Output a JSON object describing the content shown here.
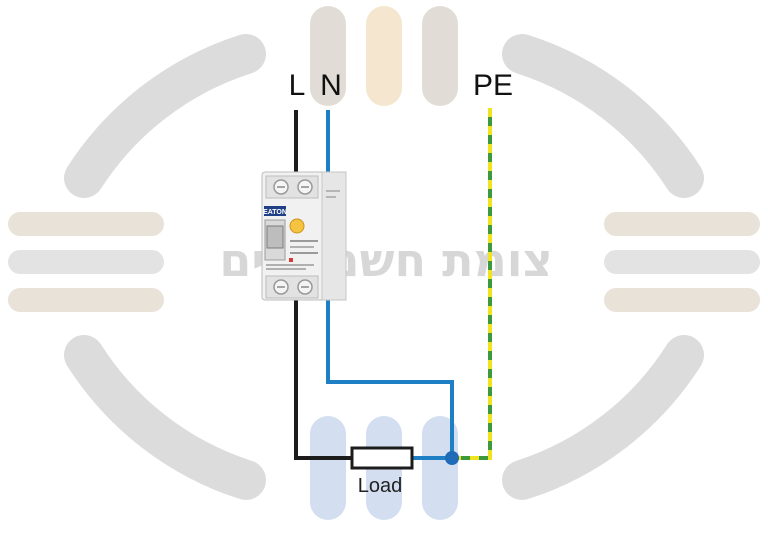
{
  "labels": {
    "live": "L",
    "neutral": "N",
    "earth": "PE",
    "load": "Load"
  },
  "watermark": {
    "text": "צומת חשמלאים"
  },
  "device": {
    "brand": "EATON"
  },
  "colors": {
    "live_wire": "#1c1c1c",
    "neutral_wire": "#1f7fc4",
    "earth_green": "#3c9a3c",
    "earth_yellow": "#f2e321",
    "watermark_gray": "#d9d9d9",
    "watermark_beige": "#e7ddd0",
    "watermark_blue": "#cfdcf0",
    "test_button": "#f6c242"
  },
  "icons": {
    "junction": "filled-circle",
    "load": "resistor-rectangle"
  }
}
